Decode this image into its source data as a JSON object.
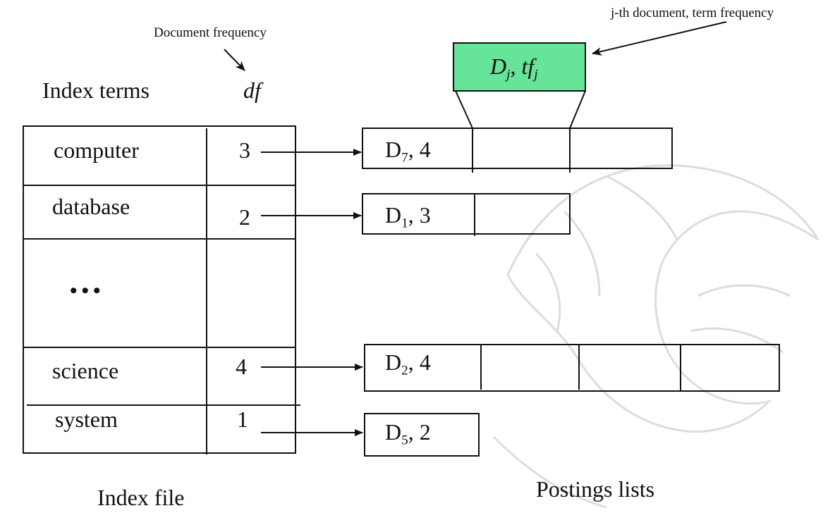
{
  "annotations": {
    "doc_freq": "Document frequency",
    "jth_doc": "j-th document, term frequency",
    "df": "df",
    "posting_tag": {
      "doc": "D",
      "doc_sub": "j",
      "sep": ", ",
      "tf": "tf",
      "tf_sub": "j"
    }
  },
  "headers": {
    "index_terms": "Index terms",
    "index_file": "Index file",
    "postings_lists": "Postings lists"
  },
  "terms": [
    {
      "term": "computer",
      "df": "3",
      "posting": {
        "doc": "D",
        "sub": "7",
        "tf": ", 4"
      }
    },
    {
      "term": "database",
      "df": "2",
      "posting": {
        "doc": "D",
        "sub": "1",
        "tf": ", 3"
      }
    },
    {
      "term": "science",
      "df": "4",
      "posting": {
        "doc": "D",
        "sub": "2",
        "tf": ", 4"
      }
    },
    {
      "term": "system",
      "df": "1",
      "posting": {
        "doc": "D",
        "sub": "5",
        "tf": ", 2"
      }
    }
  ],
  "ellipsis": "•••",
  "colors": {
    "highlight": "#66e49a",
    "stroke": "#111111",
    "watermark": "#d9d9d9"
  }
}
